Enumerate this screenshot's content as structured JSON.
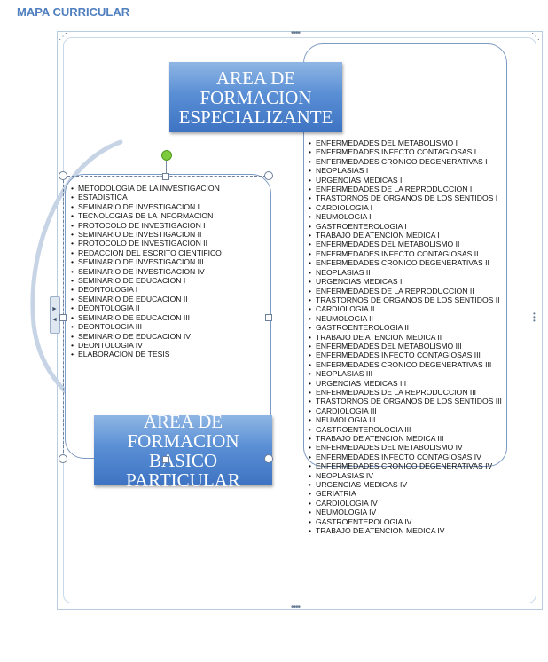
{
  "page": {
    "title": "MAPA CURRICULAR"
  },
  "diagram": {
    "specialized": {
      "title": "AREA DE\nFORMACION\nESPECIALIZANTE",
      "items": [
        "ENFERMEDADES DEL METABOLISMO I",
        "ENFERMEDADES INFECTO CONTAGIOSAS I",
        "ENFERMEDADES CRONICO DEGENERATIVAS I",
        "NEOPLASIAS I",
        "URGENCIAS MEDICAS I",
        "ENFERMEDADES DE LA REPRODUCCION I",
        "TRASTORNOS DE ORGANOS DE LOS SENTIDOS I",
        "CARDIOLOGIA I",
        "NEUMOLOGIA I",
        "GASTROENTEROLOGIA I",
        "TRABAJO DE ATENCION MEDICA I",
        "ENFERMEDADES DEL METABOLISMO II",
        "ENFERMEDADES INFECTO CONTAGIOSAS II",
        "ENFERMEDADES CRONICO DEGENERATIVAS II",
        "NEOPLASIAS II",
        "URGENCIAS MEDICAS II",
        "ENFERMEDADES DE LA REPRODUCCION II",
        "TRASTORNOS DE ORGANOS DE LOS SENTIDOS II",
        "CARDIOLOGIA II",
        "NEUMOLOGIA II",
        "GASTROENTEROLOGIA II",
        "TRABAJO DE ATENCION MEDICA II",
        "ENFERMEDADES DEL METABOLISMO III",
        "ENFERMEDADES INFECTO CONTAGIOSAS III",
        "ENFERMEDADES CRONICO DEGENERATIVAS III",
        "NEOPLASIAS III",
        "URGENCIAS MEDICAS III",
        "ENFERMEDADES DE LA REPRODUCCION III",
        "TRASTORNOS DE ORGANOS DE LOS SENTIDOS III",
        "CARDIOLOGIA III",
        "NEUMOLOGIA III",
        "GASTROENTEROLOGIA III",
        "TRABAJO DE ATENCION MEDICA III",
        "ENFERMEDADES DEL METABOLISMO IV",
        "ENFERMEDADES INFECTO CONTAGIOSAS IV",
        "ENFERMEDADES CRONICO DEGENERATIVAS IV",
        "NEOPLASIAS IV",
        "URGENCIAS MEDICAS IV",
        "GERIATRIA",
        "CARDIOLOGIA IV",
        "NEUMOLOGIA IV",
        "GASTROENTEROLOGIA IV",
        "TRABAJO DE ATENCION MEDICA IV"
      ]
    },
    "basic": {
      "title": "AREA DE\nFORMACION BASICO\nPARTICULAR",
      "items": [
        "METODOLOGIA DE LA INVESTIGACION I",
        "ESTADISTICA",
        "SEMINARIO DE INVESTIGACION I",
        "TECNOLOGIAS DE LA INFORMACION",
        "PROTOCOLO DE INVESTIGACION I",
        "SEMINARIO DE INVESTIGACION II",
        "PROTOCOLO DE INVESTIGACION II",
        "REDACCION  DEL ESCRITO CIENTIFICO",
        "SEMINARIO DE INVESTIGACION III",
        "SEMINARIO DE INVESTIGACION IV",
        "SEMINARIO DE EDUCACION I",
        "DEONTOLOGIA I",
        "SEMINARIO DE EDUCACION II",
        "DEONTOLOGIA II",
        "SEMINARIO DE EDUCACION III",
        "DEONTOLOGIA III",
        "SEMINARIO DE EDUCACION IV",
        "DEONTOLOGIA IV",
        "ELABORACION DE TESIS"
      ]
    }
  },
  "colors": {
    "accent": "#4f7fbf",
    "box_border": "#7d9ac2",
    "title_fill": "#5a8fd5"
  },
  "icons": {
    "rotate_handle": "green-dot",
    "resize_handles": "square"
  }
}
